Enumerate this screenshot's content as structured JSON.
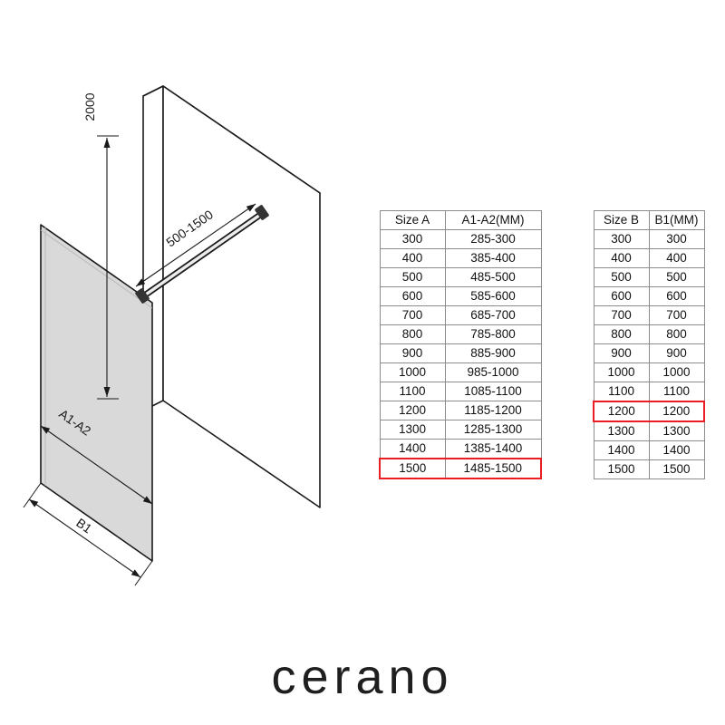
{
  "brand": {
    "logo": "cerano"
  },
  "diagram": {
    "dim_height": "2000",
    "dim_bar": "500-1500",
    "dim_width": "A1-A2",
    "dim_b1": "B1"
  },
  "colors": {
    "highlight": "#ec1c24",
    "glass_fill": "#d9d9d9"
  },
  "table_a": {
    "headers": [
      "Size A",
      "A1-A2(MM)"
    ],
    "rows": [
      [
        "300",
        "285-300"
      ],
      [
        "400",
        "385-400"
      ],
      [
        "500",
        "485-500"
      ],
      [
        "600",
        "585-600"
      ],
      [
        "700",
        "685-700"
      ],
      [
        "800",
        "785-800"
      ],
      [
        "900",
        "885-900"
      ],
      [
        "1000",
        "985-1000"
      ],
      [
        "1100",
        "1085-1100"
      ],
      [
        "1200",
        "1185-1200"
      ],
      [
        "1300",
        "1285-1300"
      ],
      [
        "1400",
        "1385-1400"
      ],
      [
        "1500",
        "1485-1500"
      ]
    ],
    "highlight_row_index": 12
  },
  "table_b": {
    "headers": [
      "Size B",
      "B1(MM)"
    ],
    "rows": [
      [
        "300",
        "300"
      ],
      [
        "400",
        "400"
      ],
      [
        "500",
        "500"
      ],
      [
        "600",
        "600"
      ],
      [
        "700",
        "700"
      ],
      [
        "800",
        "800"
      ],
      [
        "900",
        "900"
      ],
      [
        "1000",
        "1000"
      ],
      [
        "1100",
        "1100"
      ],
      [
        "1200",
        "1200"
      ],
      [
        "1300",
        "1300"
      ],
      [
        "1400",
        "1400"
      ],
      [
        "1500",
        "1500"
      ]
    ],
    "highlight_row_index": 9
  }
}
